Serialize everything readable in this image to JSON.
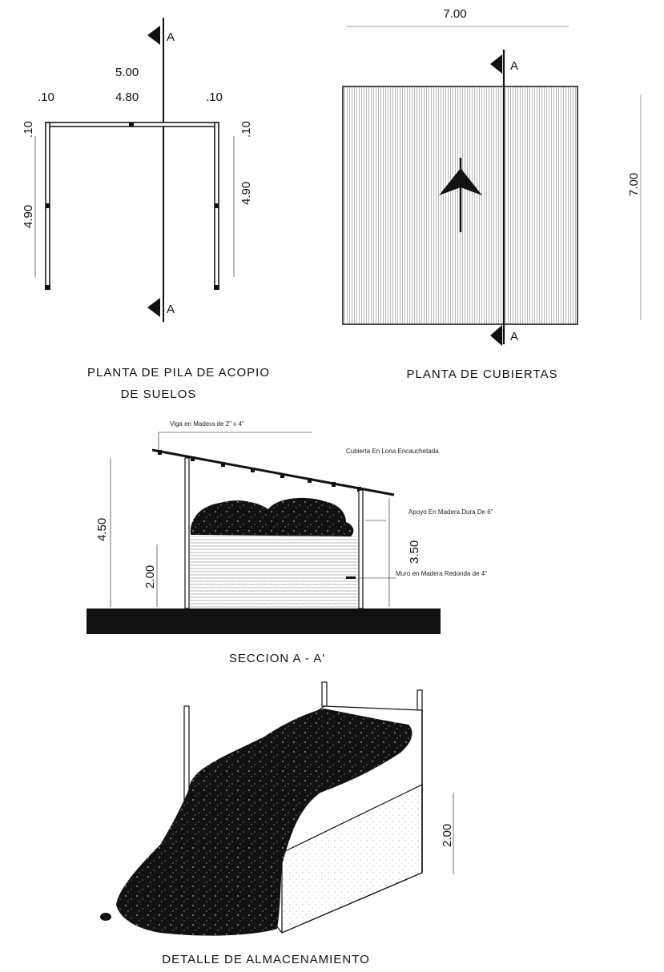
{
  "plan_pila": {
    "section_mark": "A",
    "dim_total": "5.00",
    "dim_inner": "4.80",
    "dim_left_wall": ".10",
    "dim_right_wall": ".10",
    "dim_left_top": ".10",
    "dim_left_side": "4.90",
    "dim_right_top": ".10",
    "dim_right_side": "4.90",
    "title_line1": "PLANTA DE PILA DE ACOPIO",
    "title_line2": "DE SUELOS"
  },
  "plan_cubiertas": {
    "section_mark": "A",
    "dim_width": "7.00",
    "dim_height": "7.00",
    "title": "PLANTA DE CUBIERTAS"
  },
  "seccion": {
    "note_viga": "Viga en Madera de 2\" x 4\"",
    "note_cubierta": "Cubierta En Lona Encauchetada",
    "note_apoyo": "Apoyo En Madera Dura De 6\"",
    "note_muro": "Muro en Madera Redonda de 4\"",
    "dim_total_height": "4.50",
    "dim_wall_height": "2.00",
    "dim_support_height": "3.50",
    "title": "SECCION   A - A'"
  },
  "detalle": {
    "dim_height": "2.00",
    "title": "DETALLE DE ALMACENAMIENTO"
  }
}
